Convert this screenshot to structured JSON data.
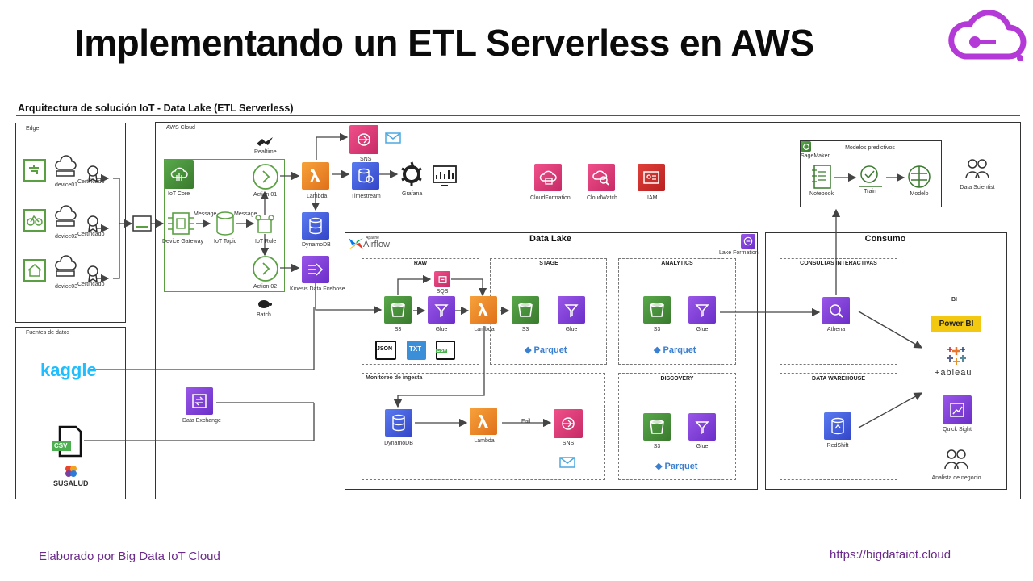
{
  "title": "Implementando un ETL Serverless en AWS",
  "subtitle": "Arquitectura de solución IoT - Data Lake (ETL Serverless)",
  "footer": {
    "left": "Elaborado por Big Data IoT Cloud",
    "right": "https://bigdataiot.cloud"
  },
  "edge": {
    "label": "Edge",
    "devices": [
      "device01",
      "device02",
      "device03"
    ],
    "cert_label": "Certificado"
  },
  "sources": {
    "label": "Fuentes de datos",
    "kaggle": "kaggle",
    "csv": "CSV",
    "susalud": "SUSALUD"
  },
  "aws": {
    "label": "AWS Cloud",
    "iot_core": "IoT Core",
    "device_gateway": "Device Gateway",
    "iot_topic": "IoT Topic",
    "iot_rule": "IoT Rule",
    "action01": "Action 01",
    "action02": "Action 02",
    "message1": "Message",
    "message2": "Message",
    "realtime": "Realtime",
    "batch": "Batch",
    "lambda": "Lambda",
    "sns": "SNS",
    "timestream": "Timestream",
    "grafana": "Grafana",
    "dynamodb": "DynamoDB",
    "kinesis": "Kinesis Data Firehose",
    "cloudformation": "CloudFormation",
    "cloudwatch": "CloudWatch",
    "iam": "IAM",
    "data_exchange": "Data Exchange"
  },
  "sagemaker": {
    "label": "SageMaker",
    "title": "Modelos predictivos",
    "notebook": "Notebook",
    "train": "Train",
    "modelo": "Modelo",
    "data_scientist": "Data Scientist"
  },
  "datalake": {
    "title": "Data Lake",
    "airflow_small": "Apache",
    "airflow": "Airflow",
    "lake_formation": "Lake Formation",
    "raw": {
      "label": "RAW",
      "s3": "S3",
      "glue": "Glue",
      "sqs": "SQS",
      "lambda": "Lambda",
      "json": "JSON",
      "txt": "TXT",
      "csv": "CSV"
    },
    "stage": {
      "label": "STAGE",
      "s3": "S3",
      "glue": "Glue",
      "parquet": "Parquet"
    },
    "analytics": {
      "label": "ANALYTICS",
      "s3": "S3",
      "glue": "Glue",
      "parquet": "Parquet"
    },
    "monitoreo": {
      "label": "Monitoreo de ingesta",
      "dynamodb": "DynamoDB",
      "lambda": "Lambda",
      "fail": "Fail",
      "sns": "SNS"
    },
    "discovery": {
      "label": "DISCOVERY",
      "s3": "S3",
      "glue": "Glue",
      "parquet": "Parquet"
    }
  },
  "consumo": {
    "title": "Consumo",
    "consultas": "CONSULTAS INTERACTIVAS",
    "athena": "Athena",
    "warehouse": "DATA WAREHOUSE",
    "redshift": "RedShift",
    "bi": "BI",
    "powerbi": "Power BI",
    "tableau": "+ableau",
    "quicksight": "Quick Sight",
    "analista": "Analista de negocio"
  },
  "colors": {
    "compute": "#e0701a",
    "storage": "#3a7a2e",
    "analytics": "#6a2ec8",
    "database": "#3345c8",
    "app": "#c62a66",
    "security": "#b82020",
    "brand": "#6a2a8a"
  }
}
